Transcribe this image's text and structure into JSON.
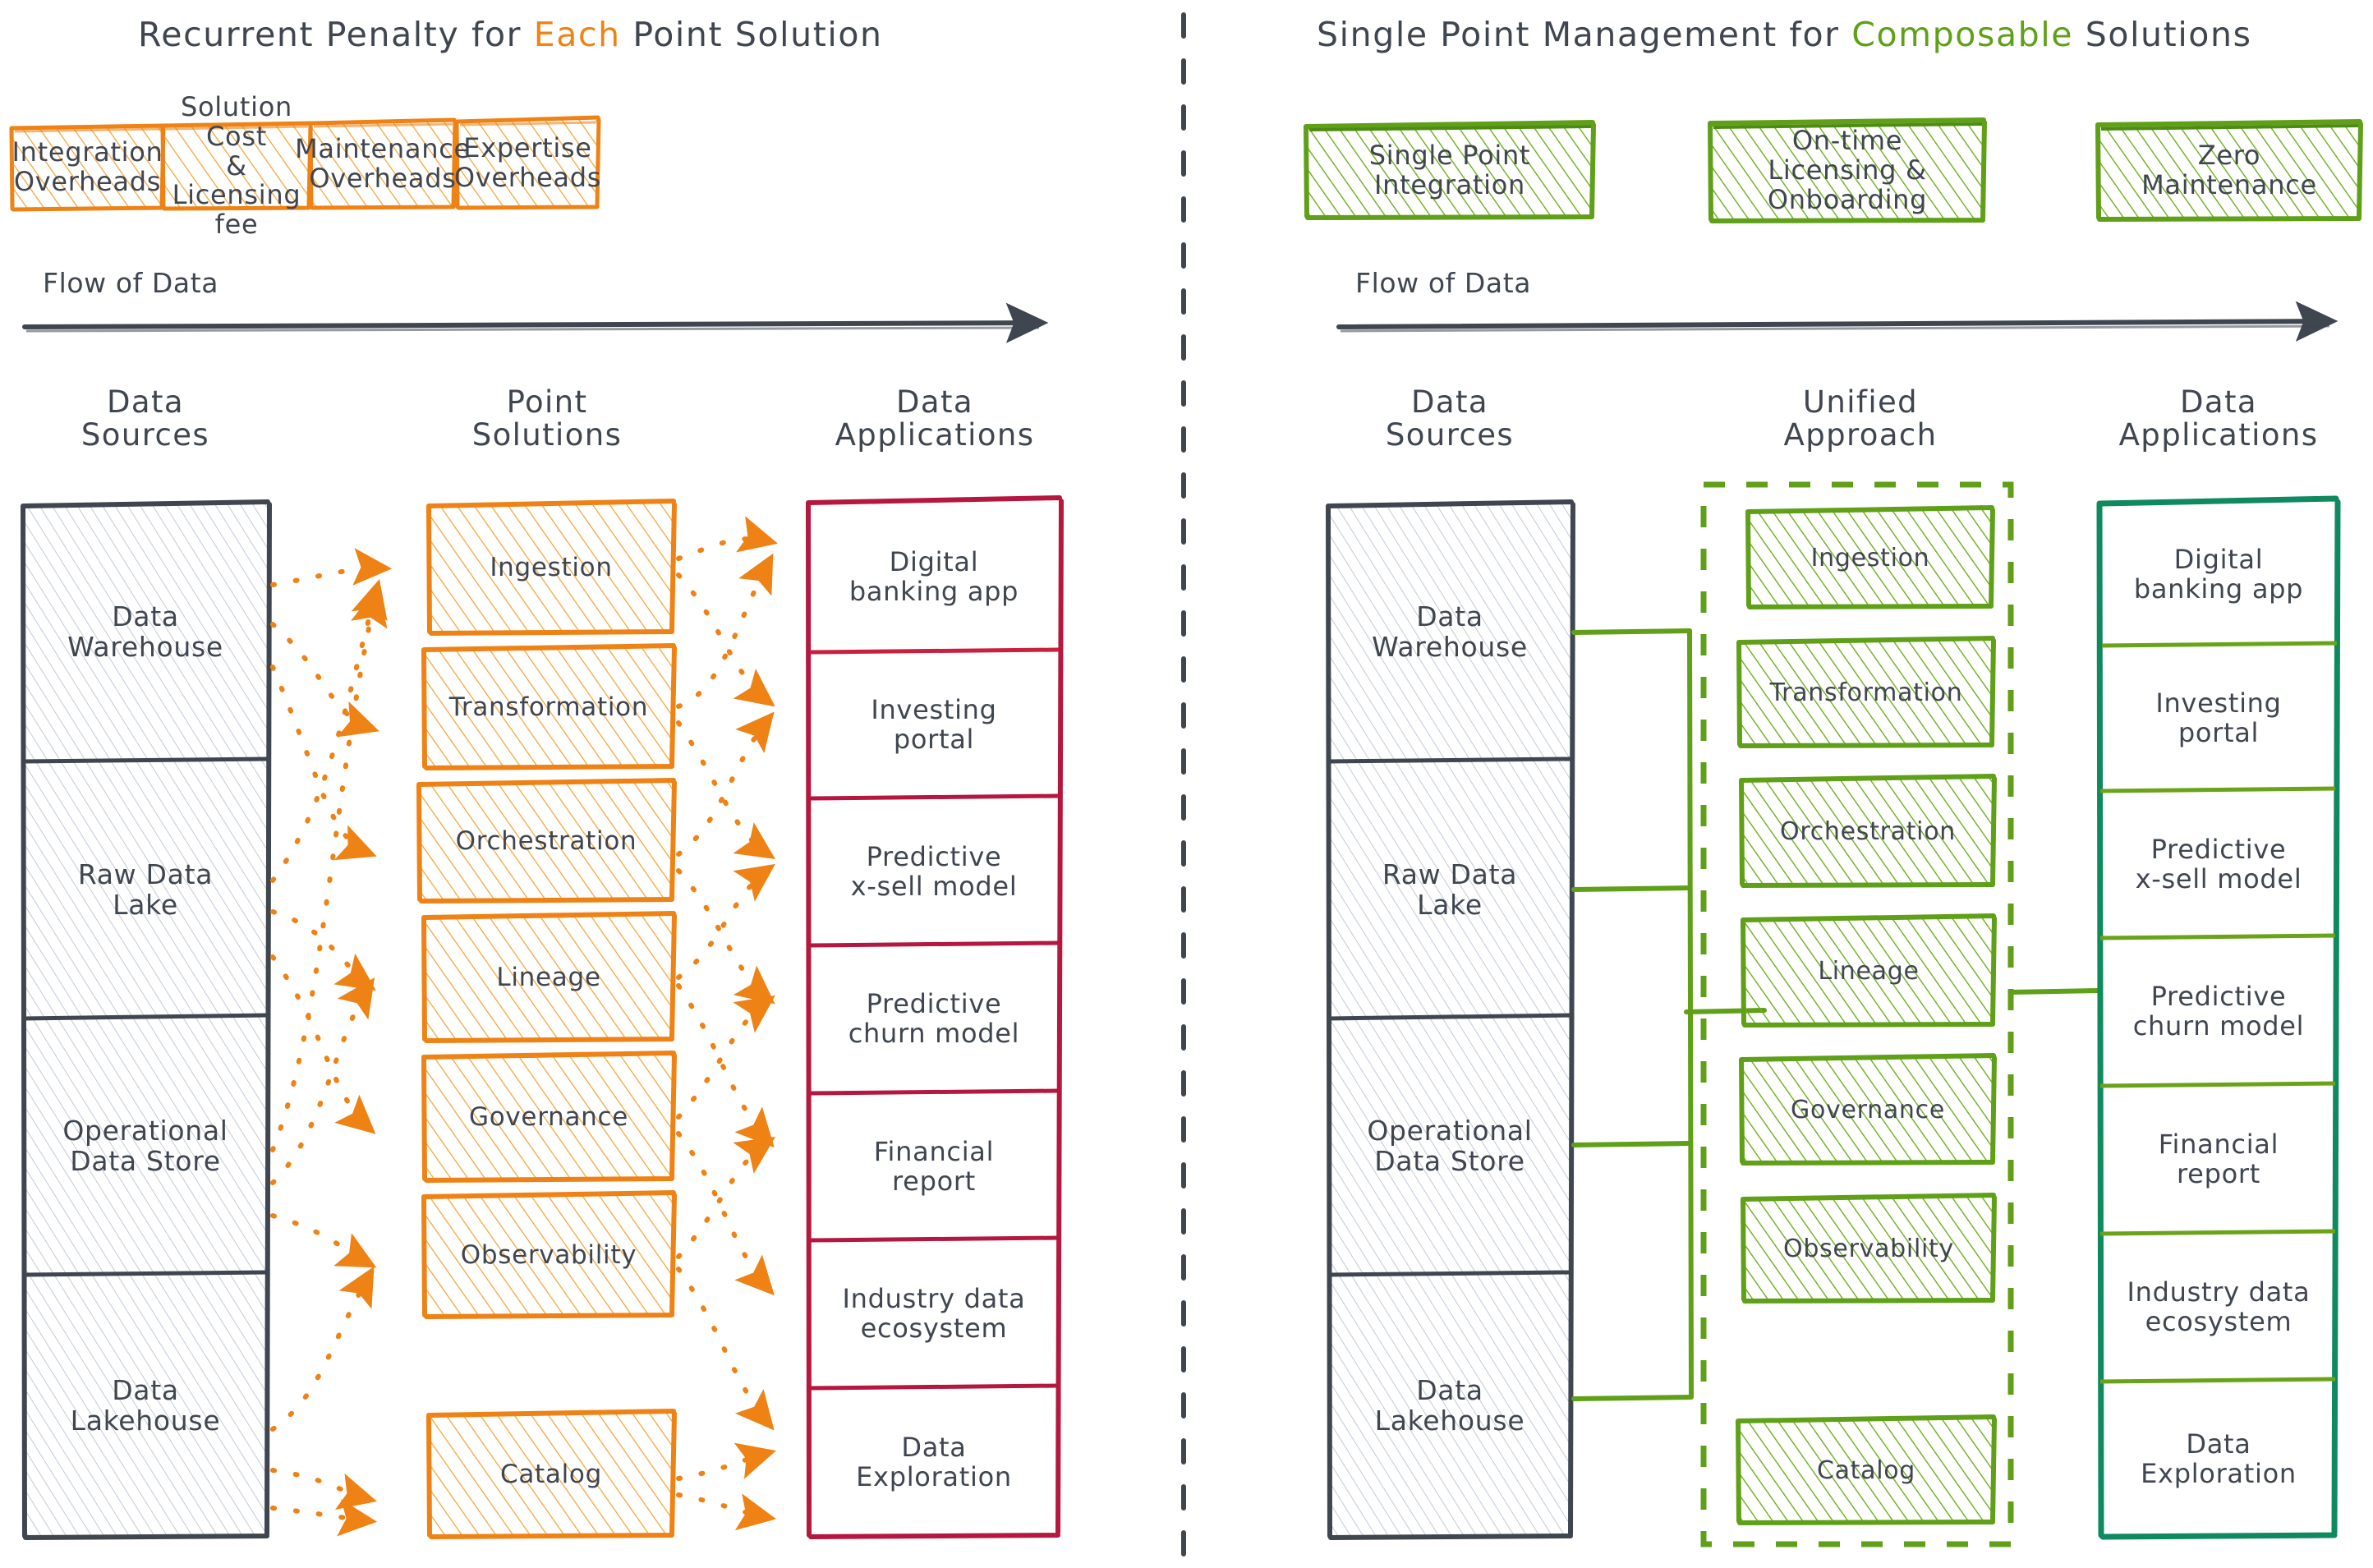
{
  "left_panel": {
    "title_parts": [
      {
        "text": "Recurrent Penalty for ",
        "color": "#3f4650"
      },
      {
        "text": "Each",
        "color": "#ef8215"
      },
      {
        "text": " Point Solution",
        "color": "#3f4650"
      }
    ],
    "title_plain": "Recurrent Penalty for Each Point Solution",
    "penalty_chips": [
      "Integration\nOverheads",
      "Solution Cost\n& Licensing fee",
      "Maintenance\nOverheads",
      "Expertise\nOverheads"
    ],
    "flow_label": "Flow of Data",
    "columns": {
      "sources_header": "Data\nSources",
      "middle_header": "Point\nSolutions",
      "apps_header": "Data\nApplications"
    },
    "data_sources": [
      "Data\nWarehouse",
      "Raw Data\nLake",
      "Operational\nData Store",
      "Data\nLakehouse"
    ],
    "point_solutions": [
      "Ingestion",
      "Transformation",
      "Orchestration",
      "Lineage",
      "Governance",
      "Observability",
      "Catalog"
    ],
    "data_applications": [
      "Digital\nbanking app",
      "Investing\nportal",
      "Predictive\nx-sell model",
      "Predictive\nchurn model",
      "Financial\nreport",
      "Industry data\necosystem",
      "Data\nExploration"
    ]
  },
  "right_panel": {
    "title_parts": [
      {
        "text": "Single Point Management for ",
        "color": "#3f4650"
      },
      {
        "text": "Composable",
        "color": "#5fa018"
      },
      {
        "text": " Solutions",
        "color": "#3f4650"
      }
    ],
    "title_plain": "Single Point Management for Composable Solutions",
    "benefit_chips": [
      "Single Point\nIntegration",
      "On-time\nLicensing &\nOnboarding",
      "Zero\nMaintenance"
    ],
    "flow_label": "Flow of Data",
    "columns": {
      "sources_header": "Data\nSources",
      "middle_header": "Unified\nApproach",
      "apps_header": "Data\nApplications"
    },
    "data_sources": [
      "Data\nWarehouse",
      "Raw Data\nLake",
      "Operational\nData Store",
      "Data\nLakehouse"
    ],
    "unified_approach": [
      "Ingestion",
      "Transformation",
      "Orchestration",
      "Lineage",
      "Governance",
      "Observability",
      "Catalog"
    ],
    "data_applications": [
      "Digital\nbanking app",
      "Investing\nportal",
      "Predictive\nx-sell model",
      "Predictive\nchurn model",
      "Financial\nreport",
      "Industry data\necosystem",
      "Data\nExploration"
    ]
  },
  "colors": {
    "orange": "#ef8215",
    "orange_light": "#f5a623",
    "green": "#5fa018",
    "green_dark": "#4d8c12",
    "teal": "#0f8a5f",
    "crimson": "#b5173f",
    "slate": "#3f4650",
    "gray_hatch": "#b9c0cc"
  },
  "divider": "dashed-vertical-divider"
}
